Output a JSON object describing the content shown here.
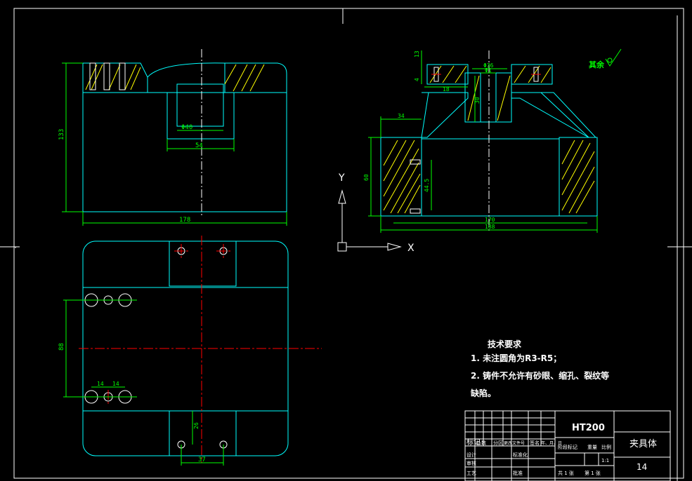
{
  "colors": {
    "background": "#000000",
    "outline": "#00ffff",
    "dimension": "#00ff00",
    "center_line": "#ff0000",
    "hatch": "#ffff00",
    "frame": "#ffffff"
  },
  "front_view_dims": {
    "height": "133",
    "bore_inner": "Φ40",
    "bore_outer": "54",
    "width": "178"
  },
  "top_view_dims": {
    "hole_spacing_vertical": "88",
    "hole_spacing_1": "14",
    "hole_spacing_2": "14",
    "slot_height": "26",
    "slot_width": "37"
  },
  "section_view_dims": {
    "top_thickness": "13",
    "bore_top": "Φ36",
    "bore_mid": "Φ1",
    "depth": "30",
    "flange_width": "34",
    "body_height": "60",
    "inner_height": "44.5",
    "inner_width": "170",
    "outer_width": "188",
    "hole_label": "18",
    "small_left": "4"
  },
  "surface_finish": {
    "label": "其余"
  },
  "ucs_icon": {
    "x_label": "X",
    "y_label": "Y"
  },
  "tech_requirements": {
    "title": "技术要求",
    "items": [
      "1.   未注圆角为R3-R5；",
      "2.   铸件不允许有砂眼、缩孔、裂纹等",
      "缺陷。"
    ]
  },
  "title_block": {
    "material": "HT200",
    "part_name": "夹具体",
    "number": "14",
    "scale": "1:1",
    "headers": [
      "标记",
      "处数",
      "分区",
      "更改文件号",
      "签名",
      "年、月、日"
    ],
    "row_labels": [
      "设计",
      "标准化",
      "审核",
      "工艺",
      "批准"
    ],
    "stage_labels": [
      "阶段标记",
      "重量",
      "比例"
    ],
    "sheet_labels": [
      "共  1  张",
      "第  1  张"
    ]
  }
}
